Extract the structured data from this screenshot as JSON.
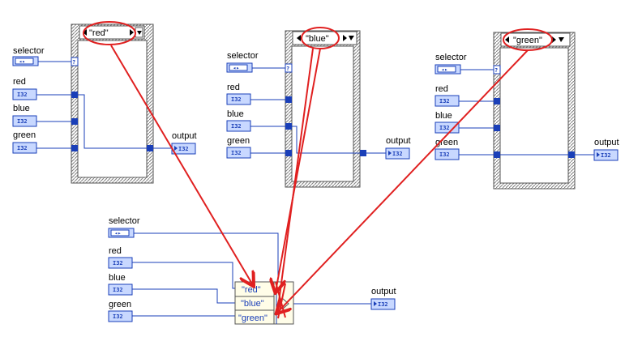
{
  "labels": {
    "selector": "selector",
    "red": "red",
    "blue": "blue",
    "green": "green",
    "output": "output"
  },
  "terminals": {
    "enum": "◂▸",
    "i32": "I32",
    "question": "?"
  },
  "case_structures": [
    {
      "selected_case": "\"red\""
    },
    {
      "selected_case": "\"blue\""
    },
    {
      "selected_case": "\"green\""
    }
  ],
  "select_node": {
    "cases": [
      "\"red\"",
      "\"blue\"",
      "\"green\""
    ]
  },
  "colors": {
    "wire": "#1a3fb8",
    "terminal_fill": "#c8d8ff",
    "terminal_border": "#1a3fb8",
    "frame_hatch": "#7f7f7f",
    "annotation": "#e02020",
    "node_fill": "#fffde8"
  }
}
